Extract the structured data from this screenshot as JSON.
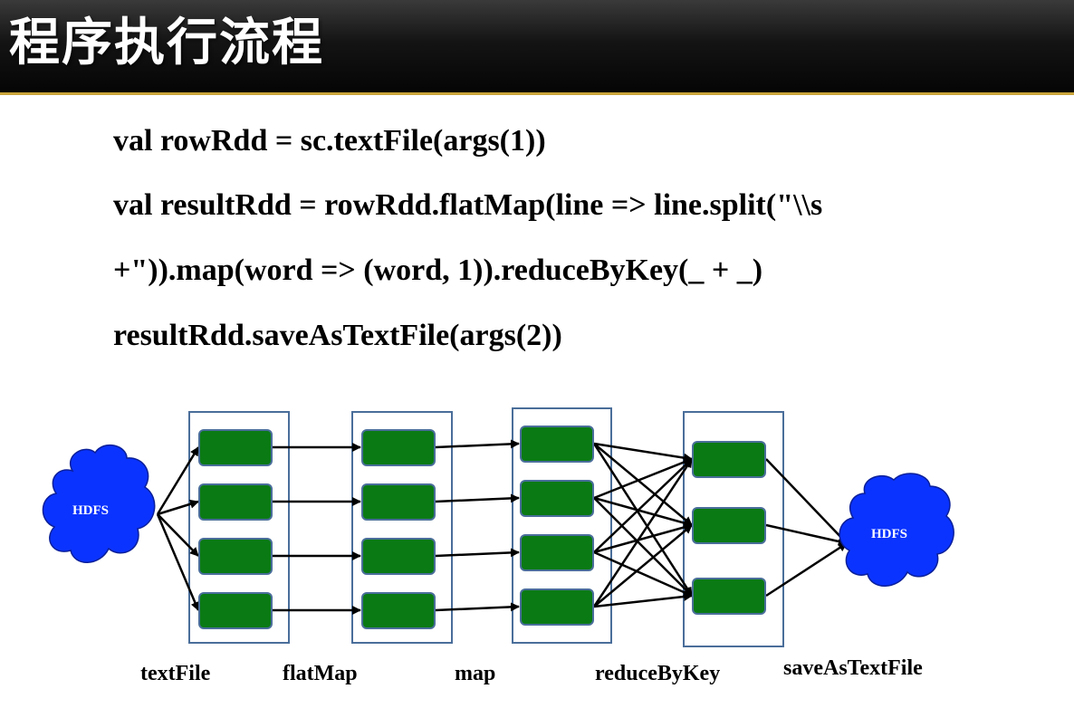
{
  "title": "程序执行流程",
  "code": [
    "val rowRdd = sc.textFile(args(1))",
    "val resultRdd = rowRdd.flatMap(line => line.split(\"\\\\s",
    "+\")).map(word => (word, 1)).reduceByKey(_ + _)",
    "resultRdd.saveAsTextFile(args(2))"
  ],
  "diagram": {
    "source_label": "HDFS",
    "sink_label": "HDFS",
    "stages": [
      "textFile",
      "flatMap",
      "map",
      "reduceByKey",
      "saveAsTextFile"
    ],
    "partitions_per_stage": [
      4,
      4,
      4,
      3
    ],
    "colors": {
      "cloud": "#0a33ff",
      "partition_fill": "#0a7a14",
      "partition_border": "#4a6e9a",
      "stage_box_border": "#4a6e9a",
      "arrow": "#000000"
    }
  }
}
